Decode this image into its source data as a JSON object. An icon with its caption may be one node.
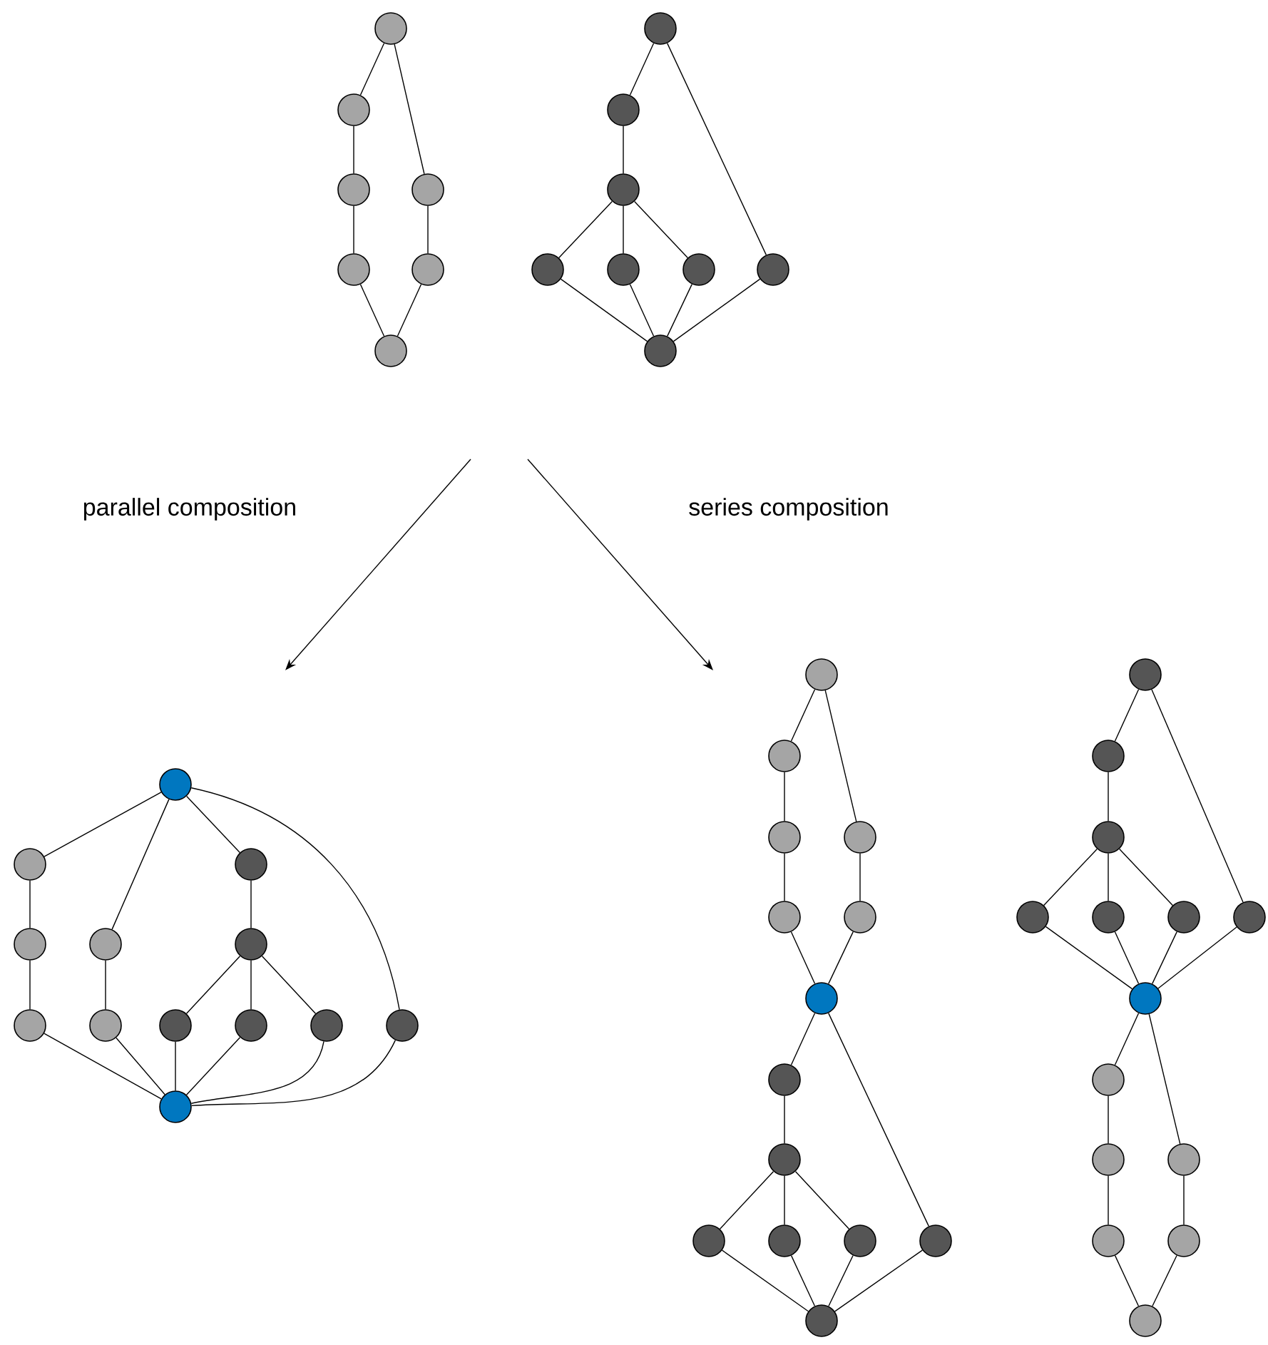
{
  "diagram": {
    "nodes": [
      {
        "text": [],
        "shape": "circle"
      },
      {
        "text": [],
        "shape": "circle"
      },
      {
        "text": [],
        "shape": "circle"
      },
      {
        "text": [],
        "shape": "circle"
      },
      {
        "text": [],
        "shape": "circle"
      },
      {
        "text": [],
        "shape": "circle"
      },
      {
        "text": [],
        "shape": "circle"
      },
      {
        "text": [],
        "shape": "circle"
      },
      {
        "text": [],
        "shape": "circle"
      },
      {
        "text": [],
        "shape": "circle"
      },
      {
        "text": [],
        "shape": "circle"
      },
      {
        "text": [],
        "shape": "circle"
      },
      {
        "text": [],
        "shape": "circle"
      },
      {
        "text": [],
        "shape": "circle"
      },
      {
        "text": [],
        "shape": "circle"
      },
      {
        "text": [],
        "shape": "circle"
      },
      {
        "text": [],
        "shape": "circle"
      },
      {
        "text": [],
        "shape": "circle"
      },
      {
        "text": [],
        "shape": "circle"
      },
      {
        "text": [],
        "shape": "circle"
      },
      {
        "text": [],
        "shape": "circle"
      },
      {
        "text": [],
        "shape": "circle"
      },
      {
        "text": [],
        "shape": "circle"
      },
      {
        "text": [],
        "shape": "circle"
      },
      {
        "text": [],
        "shape": "circle"
      },
      {
        "text": [],
        "shape": "circle"
      },
      {
        "text": [],
        "shape": "circle"
      },
      {
        "text": [],
        "shape": "circle"
      },
      {
        "text": [],
        "shape": "circle"
      },
      {
        "text": [],
        "shape": "circle"
      },
      {
        "text": [],
        "shape": "circle"
      },
      {
        "text": [],
        "shape": "circle"
      },
      {
        "text": [],
        "shape": "circle"
      },
      {
        "text": [],
        "shape": "circle"
      },
      {
        "text": [],
        "shape": "circle"
      },
      {
        "text": [],
        "shape": "circle"
      },
      {
        "text": [],
        "shape": "circle"
      },
      {
        "text": [],
        "shape": "circle"
      },
      {
        "text": [],
        "shape": "circle"
      },
      {
        "text": [],
        "shape": "circle"
      },
      {
        "text": [],
        "shape": "circle"
      },
      {
        "text": [],
        "shape": "circle"
      },
      {
        "text": [],
        "shape": "circle"
      },
      {
        "text": [],
        "shape": "circle"
      },
      {
        "text": [],
        "shape": "circle"
      },
      {
        "text": [],
        "shape": "circle"
      },
      {
        "text": [],
        "shape": "circle"
      },
      {
        "text": [],
        "shape": "circle"
      },
      {
        "text": [],
        "shape": "circle"
      },
      {
        "text": [],
        "shape": "circle"
      },
      {
        "text": [],
        "shape": "circle"
      },
      {
        "text": [],
        "shape": "circle"
      },
      {
        "text": [],
        "shape": "circle"
      },
      {
        "text": [],
        "shape": "circle"
      },
      {
        "text": [],
        "shape": "circle"
      },
      {
        "text": [],
        "shape": "circle"
      }
    ],
    "edges": [
      {
        "from": 0,
        "to": 1,
        "arrow": "none"
      },
      {
        "from": 1,
        "to": 2,
        "arrow": "none"
      },
      {
        "from": 2,
        "to": 3,
        "arrow": "none"
      },
      {
        "from": 3,
        "to": 6,
        "arrow": "none"
      },
      {
        "from": 0,
        "to": 4,
        "arrow": "none"
      },
      {
        "from": 4,
        "to": 5,
        "arrow": "none"
      },
      {
        "from": 5,
        "to": 6,
        "arrow": "none"
      },
      {
        "from": 7,
        "to": 8,
        "arrow": "none"
      },
      {
        "from": 8,
        "to": 9,
        "arrow": "none"
      },
      {
        "from": 9,
        "to": 10,
        "arrow": "none"
      },
      {
        "from": 9,
        "to": 11,
        "arrow": "none"
      },
      {
        "from": 9,
        "to": 12,
        "arrow": "none"
      },
      {
        "from": 7,
        "to": 13,
        "arrow": "none"
      },
      {
        "from": 10,
        "to": 14,
        "arrow": "none"
      },
      {
        "from": 11,
        "to": 14,
        "arrow": "none"
      },
      {
        "from": 12,
        "to": 14,
        "arrow": "none"
      },
      {
        "from": 13,
        "to": 14,
        "arrow": "none"
      },
      {
        "from": 15,
        "to": 16,
        "arrow": "none"
      },
      {
        "from": 16,
        "to": 17,
        "arrow": "none"
      },
      {
        "from": 17,
        "to": 18,
        "arrow": "none"
      },
      {
        "from": 18,
        "to": 27,
        "arrow": "none"
      },
      {
        "from": 15,
        "to": 19,
        "arrow": "none"
      },
      {
        "from": 19,
        "to": 20,
        "arrow": "none"
      },
      {
        "from": 20,
        "to": 27,
        "arrow": "none"
      },
      {
        "from": 15,
        "to": 21,
        "arrow": "none"
      },
      {
        "from": 21,
        "to": 22,
        "arrow": "none"
      },
      {
        "from": 22,
        "to": 23,
        "arrow": "none"
      },
      {
        "from": 22,
        "to": 24,
        "arrow": "none"
      },
      {
        "from": 22,
        "to": 25,
        "arrow": "none"
      },
      {
        "from": 23,
        "to": 27,
        "arrow": "none"
      },
      {
        "from": 24,
        "to": 27,
        "arrow": "none"
      },
      {
        "from": 25,
        "to": 27,
        "arrow": "none"
      },
      {
        "from": 15,
        "to": 26,
        "arrow": "none"
      },
      {
        "from": 26,
        "to": 27,
        "arrow": "none"
      },
      {
        "from": 28,
        "to": 29,
        "arrow": "none"
      },
      {
        "from": 29,
        "to": 30,
        "arrow": "none"
      },
      {
        "from": 30,
        "to": 31,
        "arrow": "none"
      },
      {
        "from": 31,
        "to": 34,
        "arrow": "none"
      },
      {
        "from": 28,
        "to": 32,
        "arrow": "none"
      },
      {
        "from": 32,
        "to": 33,
        "arrow": "none"
      },
      {
        "from": 33,
        "to": 34,
        "arrow": "none"
      },
      {
        "from": 34,
        "to": 35,
        "arrow": "none"
      },
      {
        "from": 35,
        "to": 36,
        "arrow": "none"
      },
      {
        "from": 36,
        "to": 37,
        "arrow": "none"
      },
      {
        "from": 36,
        "to": 38,
        "arrow": "none"
      },
      {
        "from": 36,
        "to": 39,
        "arrow": "none"
      },
      {
        "from": 34,
        "to": 40,
        "arrow": "none"
      },
      {
        "from": 37,
        "to": 41,
        "arrow": "none"
      },
      {
        "from": 38,
        "to": 41,
        "arrow": "none"
      },
      {
        "from": 39,
        "to": 41,
        "arrow": "none"
      },
      {
        "from": 40,
        "to": 41,
        "arrow": "none"
      },
      {
        "from": 42,
        "to": 43,
        "arrow": "none"
      },
      {
        "from": 43,
        "to": 44,
        "arrow": "none"
      },
      {
        "from": 44,
        "to": 45,
        "arrow": "none"
      },
      {
        "from": 44,
        "to": 46,
        "arrow": "none"
      },
      {
        "from": 44,
        "to": 47,
        "arrow": "none"
      },
      {
        "from": 42,
        "to": 48,
        "arrow": "none"
      },
      {
        "from": 45,
        "to": 49,
        "arrow": "none"
      },
      {
        "from": 46,
        "to": 49,
        "arrow": "none"
      },
      {
        "from": 47,
        "to": 49,
        "arrow": "none"
      },
      {
        "from": 48,
        "to": 49,
        "arrow": "none"
      },
      {
        "from": 49,
        "to": 50,
        "arrow": "none"
      },
      {
        "from": 50,
        "to": 51,
        "arrow": "none"
      },
      {
        "from": 51,
        "to": 52,
        "arrow": "none"
      },
      {
        "from": 52,
        "to": 55,
        "arrow": "none"
      },
      {
        "from": 49,
        "to": 53,
        "arrow": "none"
      },
      {
        "from": 53,
        "to": 54,
        "arrow": "none"
      },
      {
        "from": 54,
        "to": 55,
        "arrow": "none"
      }
    ],
    "labels": [
      "parallel composition",
      "series composition"
    ]
  }
}
